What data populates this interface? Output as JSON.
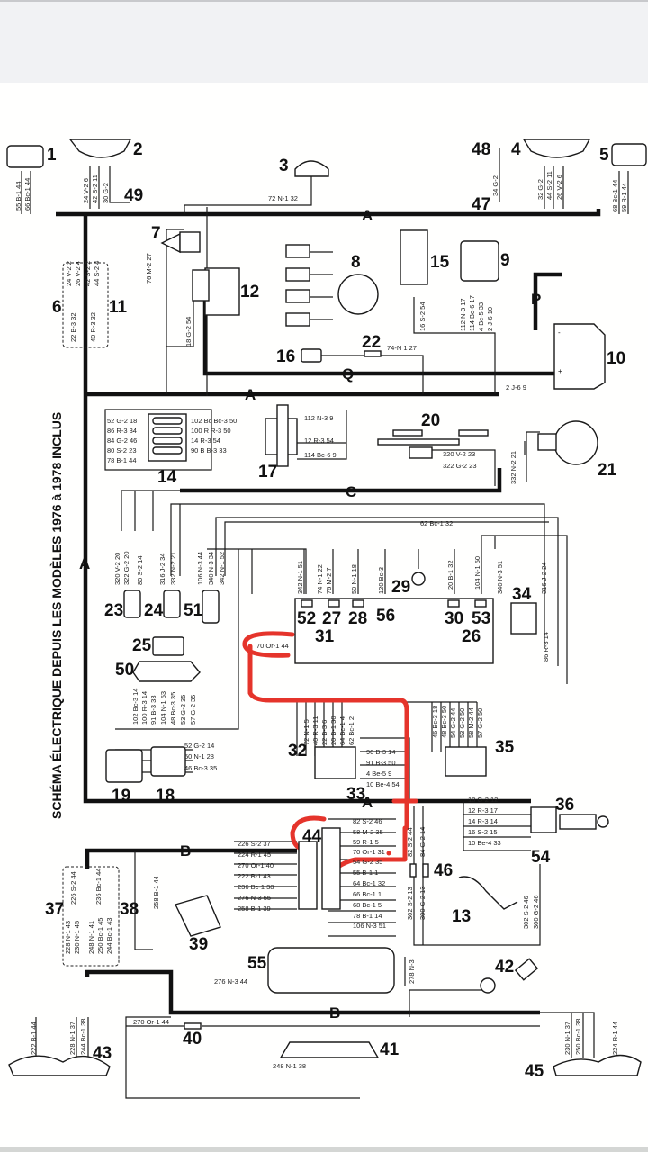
{
  "title": "SCHÉMA ÉLECTRIQUE DEPUIS LES MODÈLES 1976 à 1978 INCLUS",
  "colors": {
    "wire": "#1a1a1a",
    "annotation": "#e5342b",
    "background": "#fffffe",
    "topbar": "#f1f2f4"
  },
  "buses": {
    "A": "A",
    "B": "B",
    "C": "C",
    "P": "P",
    "Q": "Q"
  },
  "components": {
    "c1": "1",
    "c2": "2",
    "c3": "3",
    "c4": "4",
    "c5": "5",
    "c6": "6",
    "c7": "7",
    "c8": "8",
    "c9": "9",
    "c10": "10",
    "c11": "11",
    "c12": "12",
    "c13": "13",
    "c14": "14",
    "c15": "15",
    "c16": "16",
    "c17": "17",
    "c18": "18",
    "c19": "19",
    "c20": "20",
    "c21": "21",
    "c22": "22",
    "c23": "23",
    "c24": "24",
    "c25": "25",
    "c26": "26",
    "c27": "27",
    "c28": "28",
    "c29": "29",
    "c30": "30",
    "c31": "31",
    "c32": "32",
    "c33": "33",
    "c34": "34",
    "c35": "35",
    "c36": "36",
    "c37": "37",
    "c38": "38",
    "c39": "39",
    "c40": "40",
    "c41": "41",
    "c42": "42",
    "c43": "43",
    "c44": "44",
    "c45": "45",
    "c46": "46",
    "c47": "47",
    "c48": "48",
    "c49": "49",
    "c50": "50",
    "c51": "51",
    "c52": "52",
    "c53": "53",
    "c54": "54",
    "c55": "55",
    "c56": "56"
  },
  "wires": {
    "w1a": "55 B-1 44",
    "w1b": "66 Bc-1 44",
    "w2a": "24 V-2 6",
    "w2b": "42 S-2 11",
    "w2c": "30 G-2",
    "w3": "72 N-1 32",
    "w4a": "32 G-2",
    "w4b": "44 S-2 11",
    "w4c": "26 V-2 6",
    "w48": "34 G-2",
    "w5a": "68 Bc-1 44",
    "w5b": "59 R-1 44",
    "w6a": "24 V-2 2",
    "w6b": "26 V-2 4",
    "w6c": "22 B-3 32",
    "w11a": "42 S-2 2",
    "w11b": "44 S-2 4",
    "w11c": "40 R-3 32",
    "w7": "76 M-2 27",
    "w12": "18 G-2 54",
    "w15": "16 S-2 54",
    "w9a": "112 N-3 17",
    "w9b": "114 Bc-6 17",
    "w9c": "4 Bc-5 33",
    "w9d": "2 J-6 10",
    "w22": "74-N 1 27",
    "w10": "2 J-6 9",
    "w14l": [
      "52 G-2 18",
      "86 R-3 34",
      "84 G-2 46",
      "80 S-2 23",
      "78 B-1 44"
    ],
    "w14r": [
      "102 Bc Bc-3 50",
      "100 R R-3 50",
      "14 R-3 54",
      "90 B B-3 33"
    ],
    "w17": [
      "112 N-3 9",
      "12 R-3 54",
      "114 Bc-6 9"
    ],
    "w20": [
      "320 V-2 23",
      "322 G-2 23"
    ],
    "w21": "332 N-2 21",
    "w23": [
      "320 V-2 20",
      "322 G-2 20",
      "80 S-2 14"
    ],
    "w24": [
      "316 J-2 34",
      "332 N-2 21"
    ],
    "w51": [
      "106 N-3 44",
      "340 N-3 34",
      "342 N-1 52"
    ],
    "wdash": [
      "342 N-1 51",
      "74 N-1 22",
      "76 M-2 7",
      "50 N-1 18",
      "120 Bc-3",
      "20 B-1 32",
      "104 N-1 50"
    ],
    "w29": "62 Bc-1 32",
    "w34": [
      "340 N-3 51",
      "316 J-2 24",
      "86 R-3 14"
    ],
    "w31": "70 Or-1 44",
    "w50": [
      "102 Bc-3 14",
      "100 R-3 14",
      "91 B-3 33",
      "104 N-1 53",
      "48 Bc-3 35",
      "53 G-2 35",
      "57 G-2 35"
    ],
    "w18": [
      "52 G-2 14",
      "50 N-1 28",
      "46 Bc-3 35"
    ],
    "w32": [
      "72 N-1 5",
      "40 R-3 11",
      "22 B-3 6",
      "20 B-1 30",
      "64 Bc-1 4",
      "62 Bc-1 2"
    ],
    "w33": [
      "90 B-3 14",
      "91 B-3 50",
      "4 Be-5 9",
      "10 Be-4 54"
    ],
    "w35": [
      "46 Bc-3 18",
      "48 Bc-3 50",
      "54 G-2 44",
      "53 G-2 50",
      "58 M-2 44",
      "57 G-2 50"
    ],
    "w54": [
      "18 G-2 12",
      "12 R-3 17",
      "14 R-3 14",
      "16 S-2 15",
      "10 Be-4 33"
    ],
    "w44l": [
      "226 S-2 37",
      "224 R-1 45",
      "270 Or-1 40",
      "222 B-1 43",
      "236 Bc-1 38",
      "276 N-3 55",
      "258 B-1 39"
    ],
    "w44r": [
      "82 S-2 46",
      "58 M-2 35",
      "59 R-1 5",
      "70 Or-1 31",
      "54 G-2 35",
      "55 B-1 1",
      "64 Bc-1 32",
      "66 Bc-1 1",
      "68 Bc-1 5",
      "78 B-1 14",
      "106 N-3 51"
    ],
    "w46": [
      "82 S-2 44",
      "84 G-2 14",
      "302 S-2 13",
      "300 G-2 13"
    ],
    "w13": [
      "302 S-2 46",
      "300 G-2 46"
    ],
    "w37": [
      "226 S-2 44",
      "228 N-1 43",
      "230 N-1 45"
    ],
    "w38": [
      "236 Bc-1 44",
      "248 N-1 41",
      "250 Bc-1 45",
      "244 Bc-1 43"
    ],
    "w39": "258 B-1 44",
    "w55": "276 N-3 44",
    "w55g": "278 N-3",
    "w40": "270 Or-1 44",
    "w41": "248 N-1 38",
    "w43": [
      "222 B-1 44",
      "228 N-1 37",
      "244 Bc-1 38"
    ],
    "w45": [
      "230 N-1 37",
      "250 Bc-1 38",
      "224 R-1 44"
    ]
  }
}
